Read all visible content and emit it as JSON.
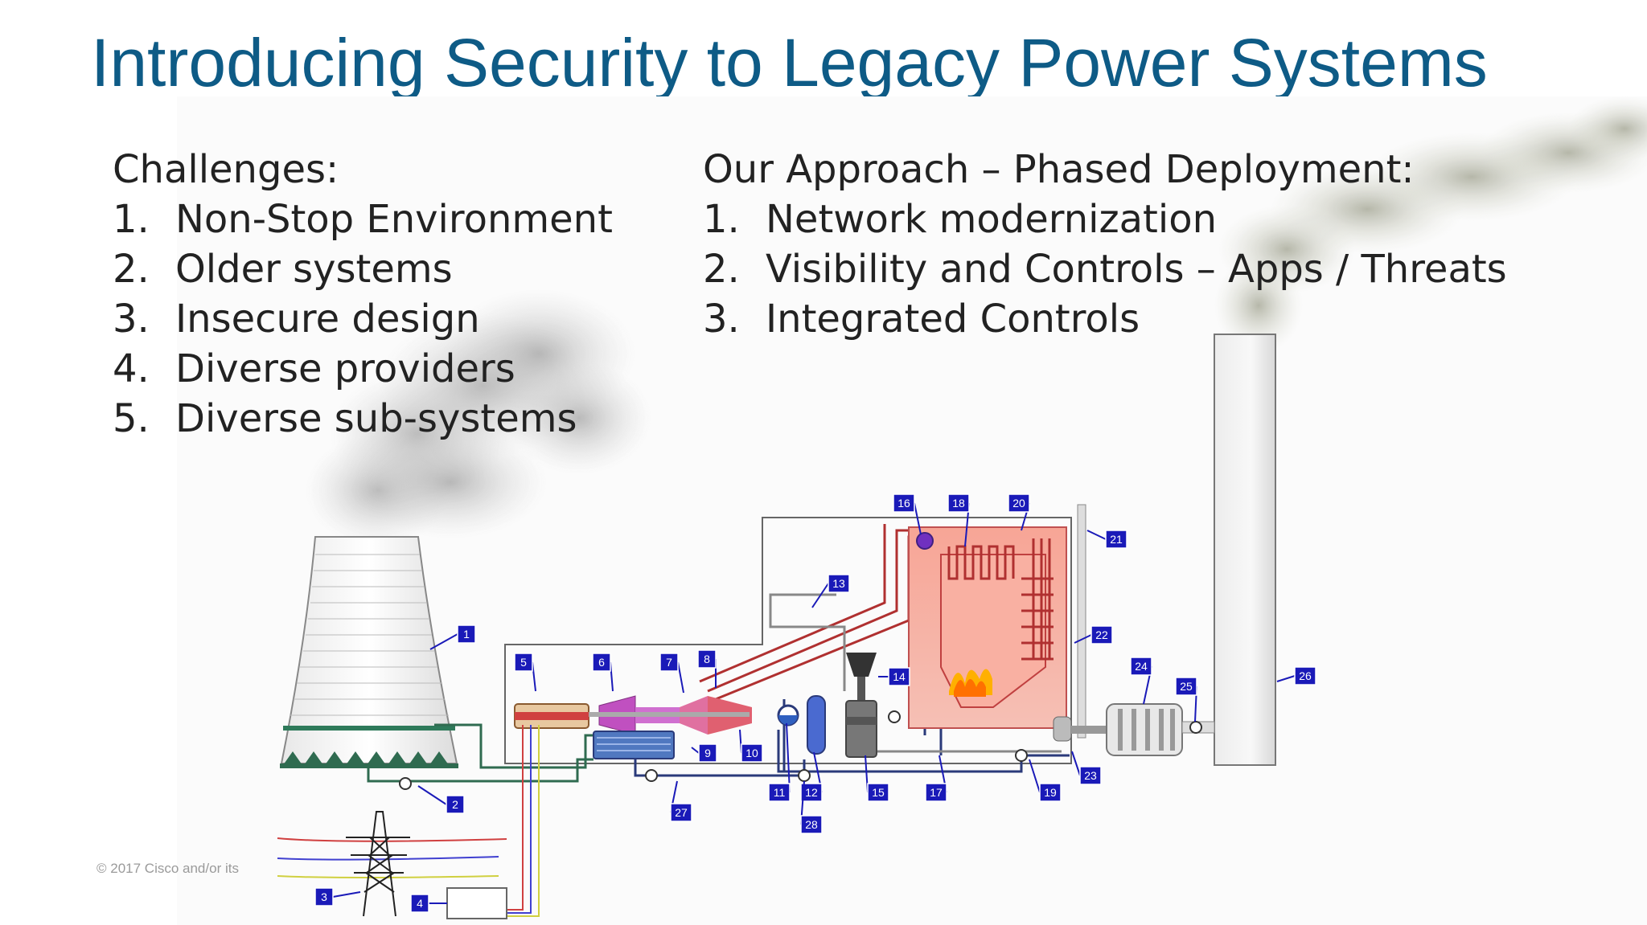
{
  "title": "Introducing Security to Legacy Power Systems",
  "challenges": {
    "heading": "Challenges:",
    "items": [
      {
        "num": "1.",
        "text": "Non-Stop Environment"
      },
      {
        "num": "2.",
        "text": "Older systems"
      },
      {
        "num": "3.",
        "text": "Insecure design"
      },
      {
        "num": "4.",
        "text": "Diverse providers"
      },
      {
        "num": "5.",
        "text": "Diverse sub-systems"
      }
    ]
  },
  "approach": {
    "heading": "Our Approach – Phased Deployment:",
    "items": [
      {
        "num": "1.",
        "text": "Network modernization"
      },
      {
        "num": "2.",
        "text": "Visibility and Controls – Apps / Threats"
      },
      {
        "num": "3.",
        "text": "Integrated Controls"
      }
    ]
  },
  "diagram_labels": [
    "1",
    "2",
    "3",
    "4",
    "5",
    "6",
    "7",
    "8",
    "9",
    "10",
    "11",
    "12",
    "13",
    "14",
    "15",
    "16",
    "17",
    "18",
    "19",
    "20",
    "21",
    "22",
    "23",
    "24",
    "25",
    "26",
    "27",
    "28"
  ],
  "copyright": "© 2017  Cisco and/or its",
  "colors": {
    "title": "#0e5b86",
    "label_badge": "#1a1ab8",
    "steam_pipe": "#b03030",
    "water_pipe": "#2a3a7a",
    "cooling_pipe": "#2f6b50",
    "boiler": "#f4a090"
  }
}
